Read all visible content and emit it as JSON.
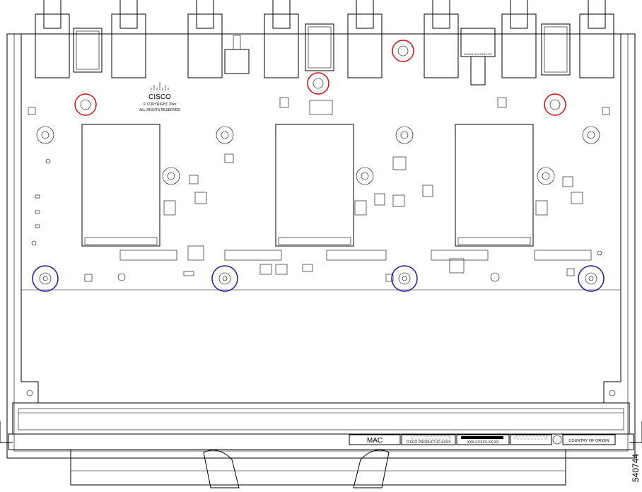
{
  "logo": {
    "brand": "CISCO",
    "copyright": "© COPYRIGHT 20xx",
    "rights": "ALL RIGHTS RESERVED"
  },
  "label_strip": {
    "mac": "MAC",
    "product_id": "CISCO PRODUCT ID XXXX",
    "part_number": "XXX-XXXXX-XX XX",
    "country": "COUNTRY OF ORIGIN"
  },
  "transceiver_text": "XXXXX XXXXXXX XX",
  "figure_number": "540744",
  "callout_colors": {
    "red": "#d01010",
    "blue": "#1a1aa8"
  }
}
